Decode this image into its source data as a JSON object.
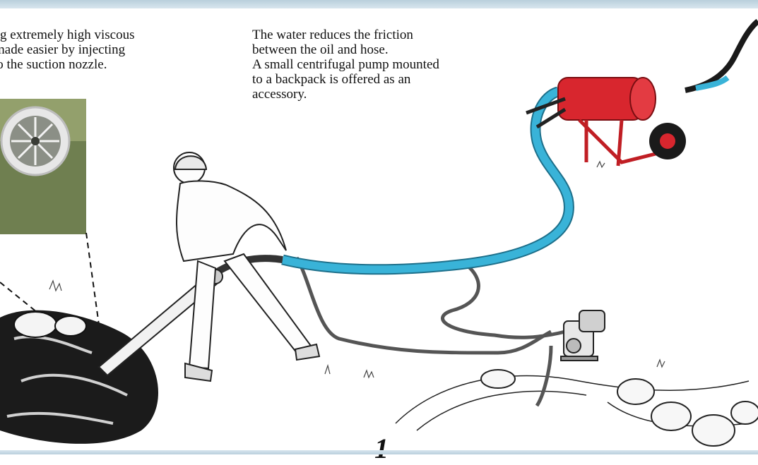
{
  "left_caption": {
    "lines": [
      "g extremely high viscous",
      "made easier by injecting",
      "to the suction nozzle."
    ]
  },
  "right_caption": {
    "lines": [
      "The water reduces the friction",
      "between the oil and hose.",
      "A small centrifugal pump mounted",
      "to a backpack is offered as an",
      "accessory."
    ]
  },
  "page_marker": "1",
  "colors": {
    "hose_blue": "#39b3d8",
    "pump_red": "#d8262e",
    "oil_black": "#111111",
    "grass_photo": "#7a8a5a",
    "band": "#c7dbe6"
  },
  "illustration": {
    "elements": [
      "inset-photo-nozzle",
      "worker-figure",
      "suction-hose",
      "skimmer-cart",
      "water-pump",
      "oil-pool",
      "stream-bank",
      "rocks"
    ]
  }
}
